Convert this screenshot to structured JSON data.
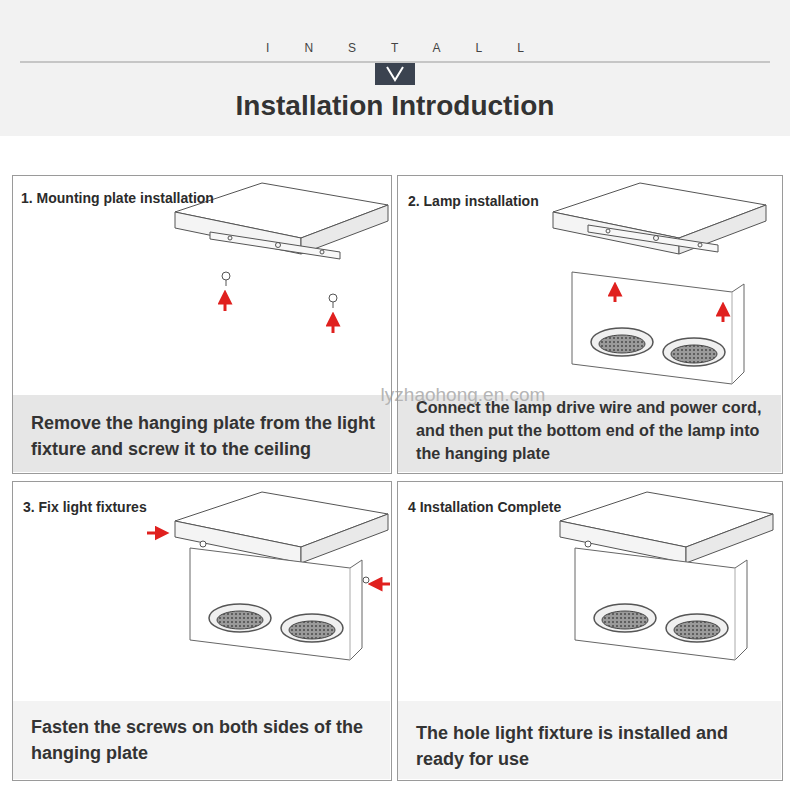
{
  "diagram": {
    "title": "Installation Introduction",
    "nodes": [
      {
        "text": [
          "1. Mounting plate installation",
          "Remove the hanging plate from the light fixture and screw it to the ceiling"
        ]
      },
      {
        "text": [
          "2. Lamp installation",
          "Connect the lamp drive wire and power cord, and then put the bottom end of the lamp into the hanging plate"
        ]
      },
      {
        "text": [
          "3. Fix light fixtures",
          "Fasten the screws on both sides of the hanging plate"
        ]
      },
      {
        "text": [
          "4 Installation Complete",
          "The hole light fixture is installed and ready for use"
        ]
      }
    ],
    "labels": [
      "INSTALL",
      "lyzhaohong.en.com"
    ]
  }
}
